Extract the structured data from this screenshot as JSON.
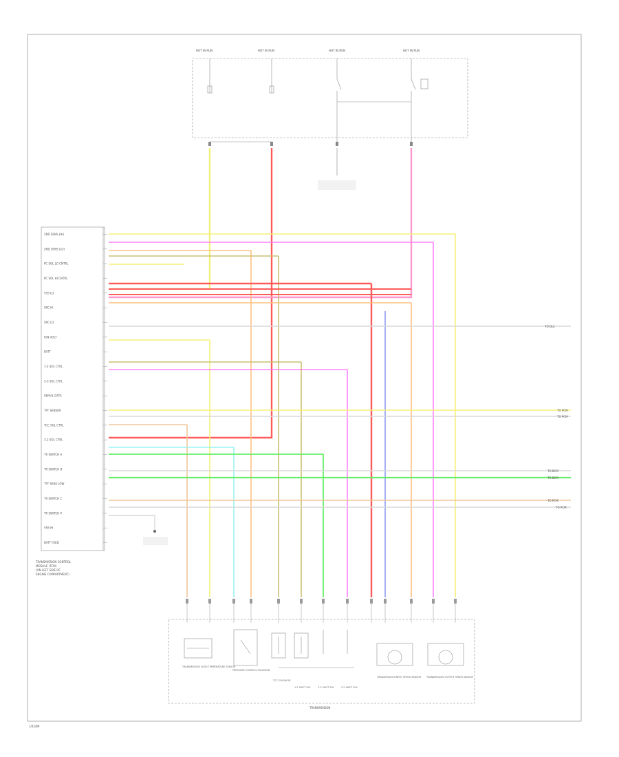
{
  "footer_code": "1/42/89",
  "colors": {
    "yellow": "#f5f07a",
    "pink": "#ff99cc",
    "red": "#ff5a5a",
    "magenta": "#ff80ff",
    "orange": "#ffc080",
    "olive": "#c8c070",
    "green": "#66ee66",
    "cyan": "#99f2f2",
    "blue": "#8e9cf0",
    "tan": "#f0c69a",
    "gray": "#d9d9d9"
  },
  "top_sources": [
    "HOT IN RUN",
    "HOT IN RUN",
    "HOT IN RUN",
    "HOT IN RUN"
  ],
  "pcm": {
    "title_lines": [
      "TRANSMISSION CONTROL",
      "MODULE (TCM)",
      "(ON LEFT SIDE OF",
      "ENGINE COMPARTMENT)"
    ],
    "pins": [
      {
        "name": "2ND SENS (HI)"
      },
      {
        "name": "2ND SENS (LO)"
      },
      {
        "name": "PC SOL LO CNTRL"
      },
      {
        "name": "PC SOL HI CNTRL"
      },
      {
        "name": "VSS LO"
      },
      {
        "name": "SRC HI"
      },
      {
        "name": "SRC LO"
      },
      {
        "name": "IGN VOLT"
      },
      {
        "name": "BATT"
      },
      {
        "name": "1-2 SOL CTRL"
      },
      {
        "name": "2-3 SOL CTRL"
      },
      {
        "name": "SERIAL DATA"
      },
      {
        "name": "TFT SENSOR"
      },
      {
        "name": "TCC SOL CTRL"
      },
      {
        "name": "3-2 SOL CTRL"
      },
      {
        "name": "TR SWITCH A"
      },
      {
        "name": "TR SWITCH B"
      },
      {
        "name": "TFT SENS LOW"
      },
      {
        "name": "TR SWITCH C"
      },
      {
        "name": "TR SWITCH P"
      },
      {
        "name": "VSS HI"
      },
      {
        "name": "BATT FEED"
      }
    ]
  },
  "bottom_components": [
    "TRANSMISSION FLUID TEMPERATURE SENSOR",
    "PRESSURE CONTROL SOLENOID",
    "TCC SOLENOID",
    "1-2 SHIFT SOL",
    "2-3 SHIFT SOL",
    "3-2 SHIFT SOL",
    "TRANSMISSION INPUT SPEED SENSOR",
    "TRANSMISSION OUTPUT SPEED SENSOR"
  ],
  "transmission_label": "TRANSMISSION",
  "right_outputs": [
    "TO DLC",
    "TO PCM",
    "TO PCM",
    "TO BCM",
    "TO BCM",
    "TO PCM",
    "TO PCM"
  ]
}
